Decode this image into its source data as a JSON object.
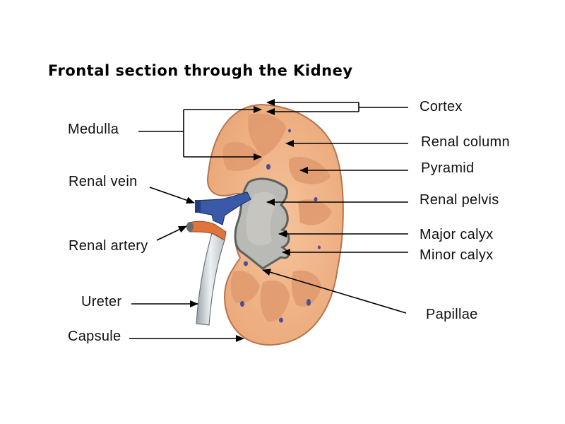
{
  "title": "Frontal section through the Kidney",
  "labels": {
    "left": [
      {
        "id": "medulla",
        "text": "Medulla"
      },
      {
        "id": "renal-vein",
        "text": "Renal vein"
      },
      {
        "id": "renal-artery",
        "text": "Renal artery"
      },
      {
        "id": "ureter",
        "text": "Ureter"
      },
      {
        "id": "capsule",
        "text": "Capsule"
      }
    ],
    "right": [
      {
        "id": "cortex",
        "text": "Cortex"
      },
      {
        "id": "renal-column",
        "text": "Renal column"
      },
      {
        "id": "pyramid",
        "text": "Pyramid"
      },
      {
        "id": "renal-pelvis",
        "text": "Renal pelvis"
      },
      {
        "id": "major-calyx",
        "text": "Major calyx"
      },
      {
        "id": "minor-calyx",
        "text": "Minor calyx"
      },
      {
        "id": "papillae",
        "text": "Papillae"
      }
    ]
  },
  "colors": {
    "cortex": "#f0b78a",
    "pyramid": "#e09a6e",
    "capsule_edge": "#b87450",
    "pelvis": "#b9b9b5",
    "vein": "#3a5aa8",
    "artery": "#e0743c",
    "ureter": "#dfe3e6"
  }
}
